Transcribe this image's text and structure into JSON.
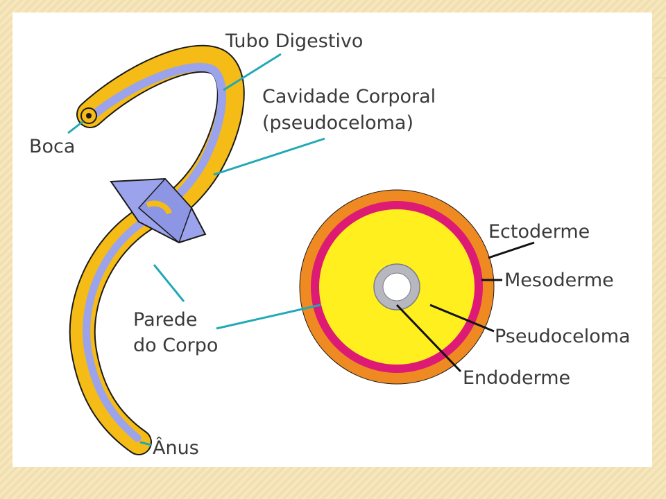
{
  "labels": {
    "tubo_digestivo": "Tubo Digestivo",
    "cavidade_corporal_line1": "Cavidade Corporal",
    "cavidade_corporal_line2": "(pseudoceloma)",
    "boca": "Boca",
    "parede_line1": "Parede",
    "parede_line2": "do Corpo",
    "anus": "Ânus",
    "ectoderme": "Ectoderme",
    "mesoderme": "Mesoderme",
    "pseudoceloma": "Pseudoceloma",
    "endoderme": "Endoderme"
  },
  "colors": {
    "body_wall": "#f5bb16",
    "gut": "#9aa3ec",
    "outline": "#1a1a1a",
    "ectoderm": "#ef8a22",
    "mesoderm": "#dd1a74",
    "pseudocoel": "#ffef1e",
    "endoderm": "#b7b7c0",
    "pointer": "#21a9b6",
    "pointer_dark": "#111111",
    "background": "#f6e7bf"
  }
}
